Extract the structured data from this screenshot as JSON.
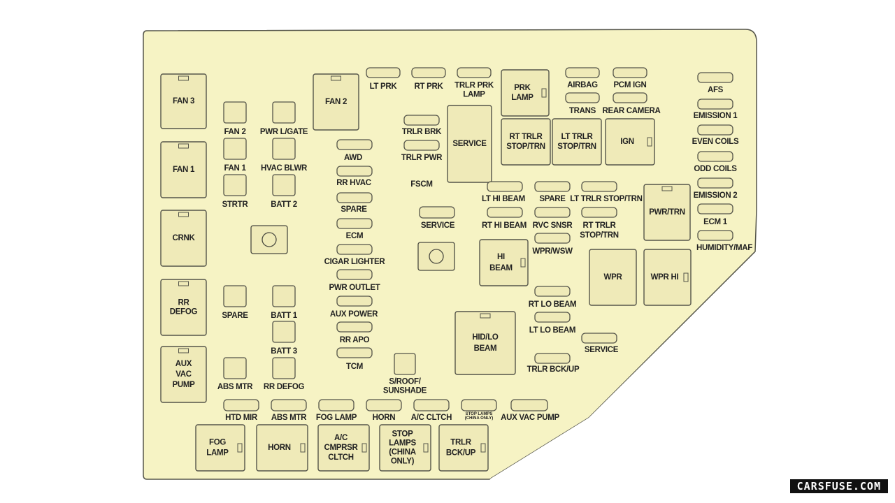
{
  "diagram": {
    "colors": {
      "background": "#f6f3c4",
      "outline": "#55554a",
      "fuse_fill": "#efeab8",
      "label": "#222222"
    },
    "relays": {
      "fan3": "FAN 3",
      "fan1": "FAN 1",
      "crnk": "CRNK",
      "rr_defog": [
        "RR",
        "DEFOG"
      ],
      "aux_vac_pump": [
        "AUX",
        "VAC",
        "PUMP"
      ],
      "fan2": "FAN 2",
      "service": "SERVICE",
      "prk_lamp": [
        "PRK",
        "LAMP"
      ],
      "rt_trlr_stop_trn": [
        "RT TRLR",
        "STOP/TRN"
      ],
      "lt_trlr_stop_trn": [
        "LT TRLR",
        "STOP/TRN"
      ],
      "ign": "IGN",
      "pwr_trn": "PWR/TRN",
      "hi_beam": [
        "HI",
        "BEAM"
      ],
      "wpr": "WPR",
      "wpr_hi": "WPR HI",
      "hid_lo_beam": [
        "HID/LO",
        "BEAM"
      ],
      "fog_lamp": [
        "FOG",
        "LAMP"
      ],
      "horn": "HORN",
      "ac_cmprsr_clutch": [
        "A/C",
        "CMPRSR",
        "CLTCH"
      ],
      "stop_lamps_china": [
        "STOP",
        "LAMPS",
        "(CHINA",
        "ONLY)"
      ],
      "trlr_bck_up": [
        "TRLR",
        "BCK/UP"
      ]
    },
    "fuses": {
      "fan2": "FAN 2",
      "pwr_lgate": "PWR L/GATE",
      "fan1": "FAN 1",
      "hvac_blwr": "HVAC BLWR",
      "strtr": "STRTR",
      "batt2": "BATT 2",
      "spare_left": "SPARE",
      "batt1": "BATT 1",
      "batt3": "BATT 3",
      "abs_mtr_sq": "ABS MTR",
      "rr_defog_sq": "RR DEFOG",
      "lt_prk": "LT PRK",
      "rt_prk": "RT PRK",
      "trlr_prk_lamp": [
        "TRLR PRK",
        "LAMP"
      ],
      "airbag": "AIRBAG",
      "pcm_ign": "PCM IGN",
      "trans": "TRANS",
      "rear_camera": "REAR CAMERA",
      "trlr_brk": "TRLR BRK",
      "trlr_pwr": "TRLR PWR",
      "fscm": "FSCM",
      "awd": "AWD",
      "rr_hvac": "RR HVAC",
      "spare_mid": "SPARE",
      "ecm": "ECM",
      "cigar_lighter": "CIGAR LIGHTER",
      "pwr_outlet": "PWR OUTLET",
      "aux_power": "AUX POWER",
      "rr_apo": "RR APO",
      "tcm": "TCM",
      "service_small": "SERVICE",
      "lt_hi_beam": "LT HI BEAM",
      "spare_right": "SPARE",
      "lt_trlr_stop_trn": "LT TRLR STOP/TRN",
      "rt_hi_beam": "RT HI BEAM",
      "rvc_snsr": "RVC SNSR",
      "rt_trlr_stop_trn": [
        "RT TRLR",
        "STOP/TRN"
      ],
      "wpr_wsw": "WPR/WSW",
      "afs": "AFS",
      "emission1": "EMISSION 1",
      "even_coils": "EVEN COILS",
      "odd_coils": "ODD COILS",
      "emission2": "EMISSION 2",
      "ecm1": "ECM 1",
      "humidity_maf": "HUMIDITY/MAF",
      "rt_lo_beam": "RT LO BEAM",
      "lt_lo_beam": "LT LO BEAM",
      "service_right": "SERVICE",
      "trlr_bckup": "TRLR BCK/UP",
      "sroof_sunshade": [
        "S/ROOF/",
        "SUNSHADE"
      ],
      "htd_mir": "HTD MIR",
      "abs_mtr": "ABS MTR",
      "fog_lamp": "FOG LAMP",
      "horn": "HORN",
      "ac_cltch": "A/C CLTCH",
      "stop_lamps_china_small": [
        "STOP LAMPS",
        "(CHINA ONLY)"
      ],
      "aux_vac_pump": "AUX VAC PUMP"
    }
  },
  "watermark": "CARSFUSE.COM"
}
